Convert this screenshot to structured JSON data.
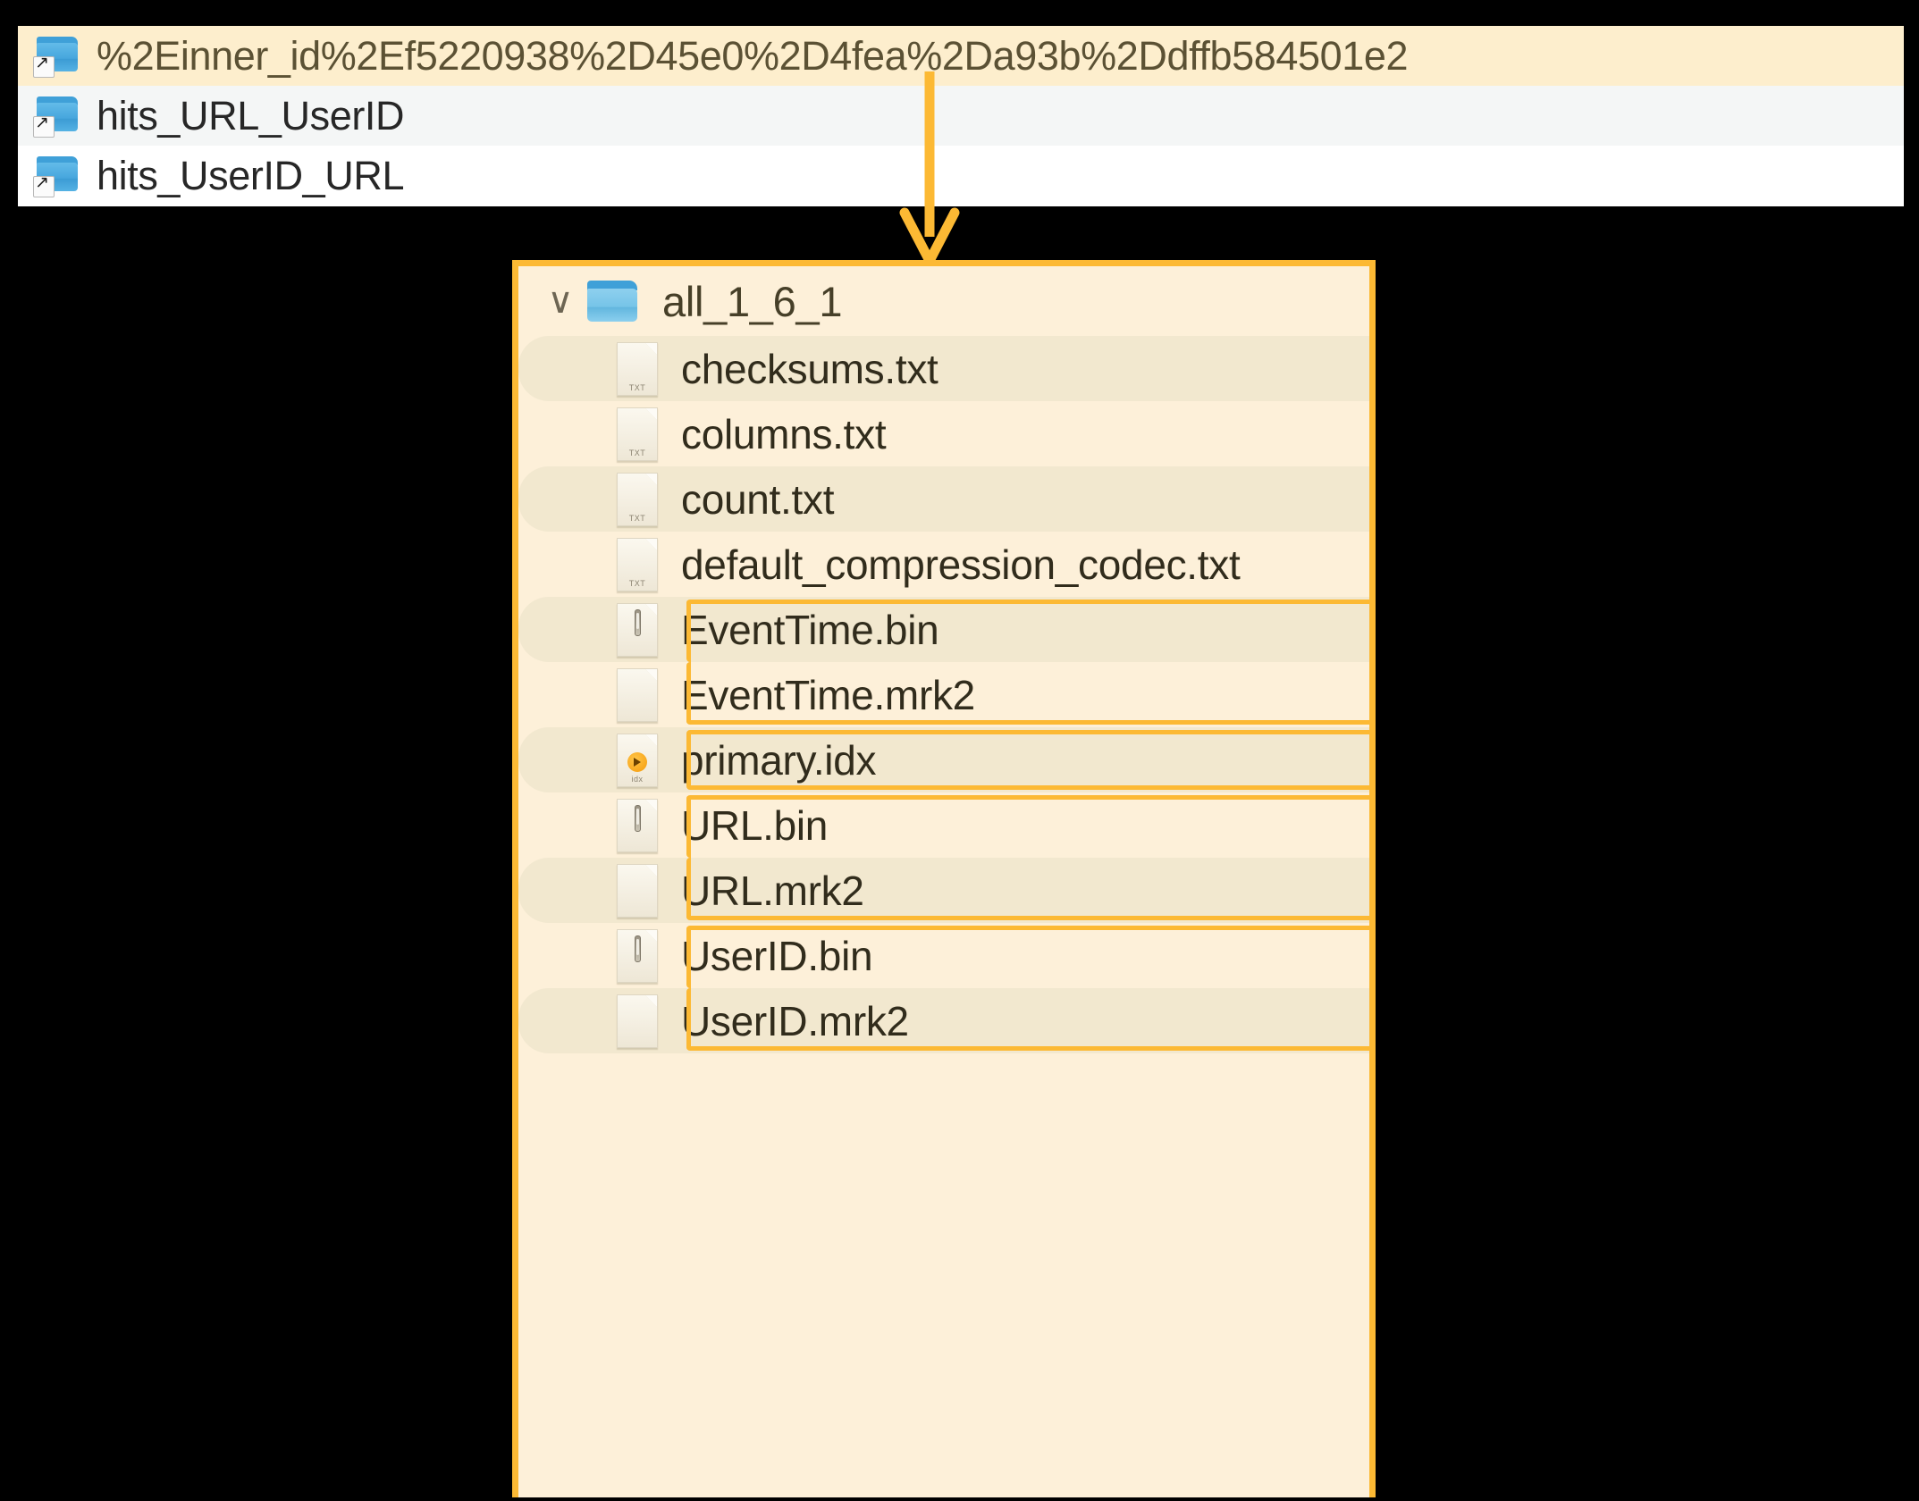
{
  "top_list": {
    "items": [
      {
        "label": "%2Einner_id%2Ef5220938%2D45e0%2D4fea%2Da93b%2Ddffb584501e2",
        "icon": "folder-shortcut-icon",
        "state": "selected"
      },
      {
        "label": "hits_URL_UserID",
        "icon": "folder-shortcut-icon",
        "state": "alt"
      },
      {
        "label": "hits_UserID_URL",
        "icon": "folder-shortcut-icon",
        "state": "plain"
      }
    ]
  },
  "detail_panel": {
    "directory": {
      "name": "all_1_6_1",
      "expanded": true,
      "chevron": "∨",
      "icon": "folder-icon"
    },
    "files": [
      {
        "name": "checksums.txt",
        "icon": "txt-file-icon",
        "kind": "TXT",
        "stripe": true,
        "highlight": "none"
      },
      {
        "name": "columns.txt",
        "icon": "txt-file-icon",
        "kind": "TXT",
        "stripe": false,
        "highlight": "none"
      },
      {
        "name": "count.txt",
        "icon": "txt-file-icon",
        "kind": "TXT",
        "stripe": true,
        "highlight": "none"
      },
      {
        "name": "default_compression_codec.txt",
        "icon": "txt-file-icon",
        "kind": "TXT",
        "stripe": false,
        "highlight": "none"
      },
      {
        "name": "EventTime.bin",
        "icon": "bin-file-icon",
        "kind": "",
        "stripe": true,
        "highlight": "top"
      },
      {
        "name": "EventTime.mrk2",
        "icon": "blank-file-icon",
        "kind": "",
        "stripe": false,
        "highlight": "bottom"
      },
      {
        "name": "primary.idx",
        "icon": "idx-file-icon",
        "kind": "idx",
        "stripe": true,
        "highlight": "full"
      },
      {
        "name": "URL.bin",
        "icon": "bin-file-icon",
        "kind": "",
        "stripe": false,
        "highlight": "top"
      },
      {
        "name": "URL.mrk2",
        "icon": "blank-file-icon",
        "kind": "",
        "stripe": true,
        "highlight": "bottom"
      },
      {
        "name": "UserID.bin",
        "icon": "bin-file-icon",
        "kind": "",
        "stripe": false,
        "highlight": "top"
      },
      {
        "name": "UserID.mrk2",
        "icon": "blank-file-icon",
        "kind": "",
        "stripe": true,
        "highlight": "bottom"
      }
    ]
  },
  "annotation": {
    "arrow": "down-arrow-connector",
    "accent_color": "#fcb934",
    "panel_background": "#fdf0d9",
    "selected_row_background": "#fdeecd"
  }
}
